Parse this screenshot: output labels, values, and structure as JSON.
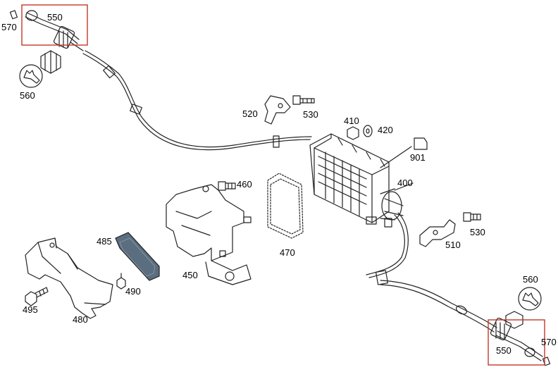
{
  "labels": {
    "l550_top": "550",
    "l570_top": "570",
    "l560_top": "560",
    "l520": "520",
    "l530_top": "530",
    "l410": "410",
    "l420": "420",
    "l901": "901",
    "l400": "400",
    "l460": "460",
    "l470": "470",
    "l485": "485",
    "l490": "490",
    "l495": "495",
    "l480": "480",
    "l450": "450",
    "l530_right": "530",
    "l510": "510",
    "l560_bottom": "560",
    "l550_bottom": "550",
    "l570_bottom": "570"
  },
  "highlight_color": "#c0392b",
  "line_color": "#222222",
  "plate_fill": "#5a6e7f"
}
